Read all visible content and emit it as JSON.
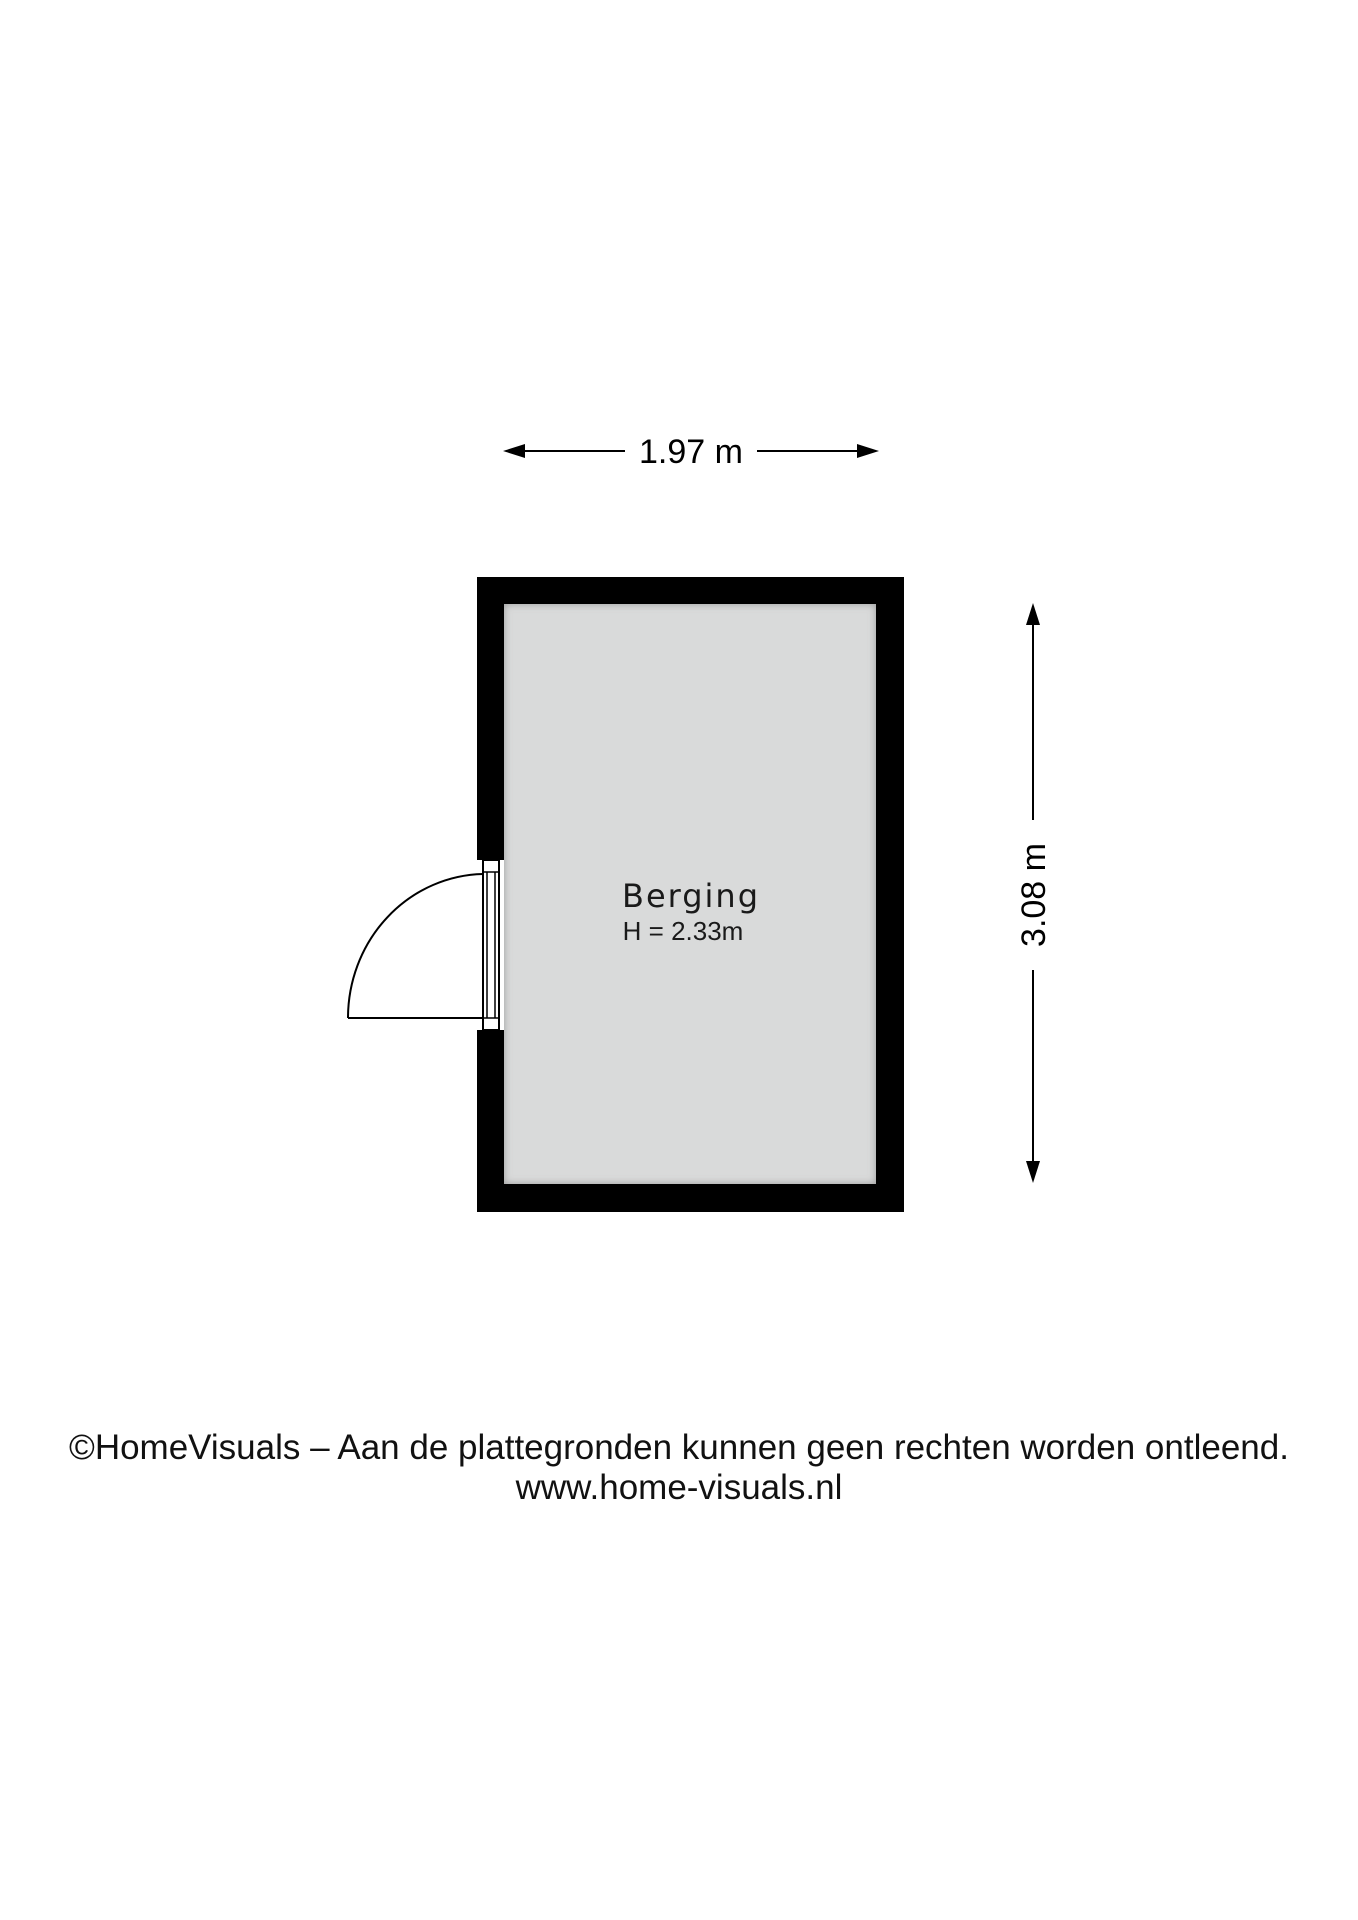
{
  "plan": {
    "width_dimension": "1.97 m",
    "depth_dimension": "3.08 m",
    "room": {
      "name": "Berging",
      "height": "H = 2.33m"
    },
    "colors": {
      "wall": "#000000",
      "floor": "#d9dada",
      "background": "#ffffff"
    }
  },
  "footer": {
    "copyright": "©HomeVisuals – Aan de plattegronden kunnen geen rechten worden ontleend.",
    "website": "www.home-visuals.nl"
  }
}
